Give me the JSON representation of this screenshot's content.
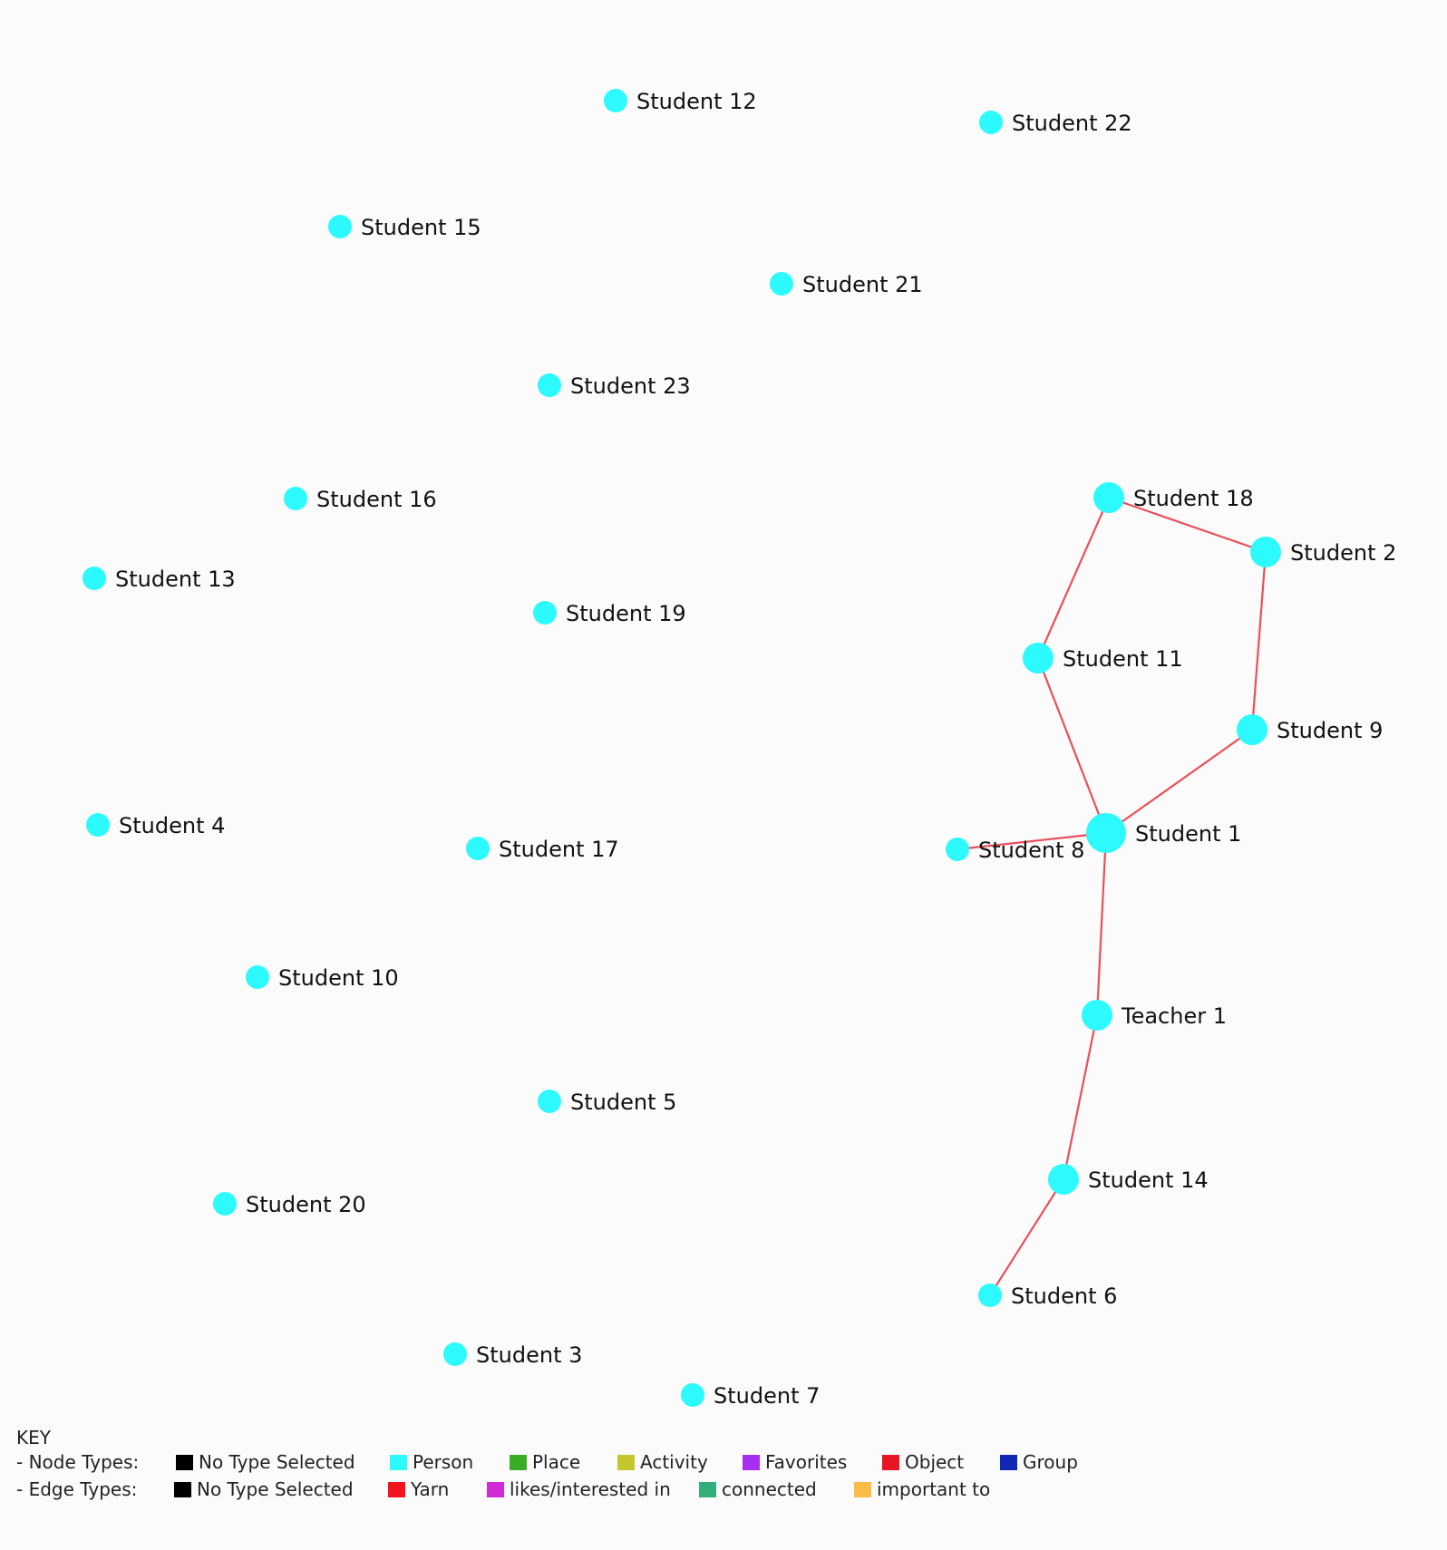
{
  "graph": {
    "node_color": "#2cfafe",
    "edge_color": "#e8505b",
    "nodes": [
      {
        "id": "s12",
        "label": "Student 12",
        "size": "small"
      },
      {
        "id": "s22",
        "label": "Student 22",
        "size": "small"
      },
      {
        "id": "s15",
        "label": "Student 15",
        "size": "small"
      },
      {
        "id": "s21",
        "label": "Student 21",
        "size": "small"
      },
      {
        "id": "s23",
        "label": "Student 23",
        "size": "small"
      },
      {
        "id": "s16",
        "label": "Student 16",
        "size": "small"
      },
      {
        "id": "s13",
        "label": "Student 13",
        "size": "small"
      },
      {
        "id": "s19",
        "label": "Student 19",
        "size": "small"
      },
      {
        "id": "s18",
        "label": "Student 18",
        "size": "medium"
      },
      {
        "id": "s2",
        "label": "Student 2",
        "size": "medium"
      },
      {
        "id": "s11",
        "label": "Student 11",
        "size": "medium"
      },
      {
        "id": "s9",
        "label": "Student 9",
        "size": "medium"
      },
      {
        "id": "s4",
        "label": "Student 4",
        "size": "small"
      },
      {
        "id": "s17",
        "label": "Student 17",
        "size": "small"
      },
      {
        "id": "s8",
        "label": "Student 8",
        "size": "small"
      },
      {
        "id": "s1",
        "label": "Student 1",
        "size": "large"
      },
      {
        "id": "s10",
        "label": "Student 10",
        "size": "small"
      },
      {
        "id": "t1",
        "label": "Teacher 1",
        "size": "medium"
      },
      {
        "id": "s5",
        "label": "Student 5",
        "size": "small"
      },
      {
        "id": "s14",
        "label": "Student 14",
        "size": "medium"
      },
      {
        "id": "s20",
        "label": "Student 20",
        "size": "small"
      },
      {
        "id": "s6",
        "label": "Student 6",
        "size": "small"
      },
      {
        "id": "s3",
        "label": "Student 3",
        "size": "small"
      },
      {
        "id": "s7",
        "label": "Student 7",
        "size": "small"
      }
    ],
    "edges": [
      {
        "source": "s18",
        "target": "s2"
      },
      {
        "source": "s18",
        "target": "s11"
      },
      {
        "source": "s2",
        "target": "s9"
      },
      {
        "source": "s11",
        "target": "s1"
      },
      {
        "source": "s9",
        "target": "s1"
      },
      {
        "source": "s8",
        "target": "s1"
      },
      {
        "source": "s1",
        "target": "t1"
      },
      {
        "source": "t1",
        "target": "s14"
      },
      {
        "source": "s14",
        "target": "s6"
      }
    ]
  },
  "key": {
    "title": "KEY",
    "node_types": {
      "label": "- Node Types:",
      "items": [
        {
          "label": "No Type Selected",
          "color": "#000000"
        },
        {
          "label": "Person",
          "color": "#2cfafe"
        },
        {
          "label": "Place",
          "color": "#3aad27"
        },
        {
          "label": "Activity",
          "color": "#c3c62d"
        },
        {
          "label": "Favorites",
          "color": "#a72ff2"
        },
        {
          "label": "Object",
          "color": "#e81522"
        },
        {
          "label": "Group",
          "color": "#1028b5"
        }
      ]
    },
    "edge_types": {
      "label": "- Edge Types:",
      "items": [
        {
          "label": "No Type Selected",
          "color": "#000000"
        },
        {
          "label": "Yarn",
          "color": "#f4141f"
        },
        {
          "label": "likes/interested in",
          "color": "#cf2bd6"
        },
        {
          "label": "connected",
          "color": "#34ad7a"
        },
        {
          "label": "important to",
          "color": "#fbbc48"
        }
      ]
    }
  }
}
